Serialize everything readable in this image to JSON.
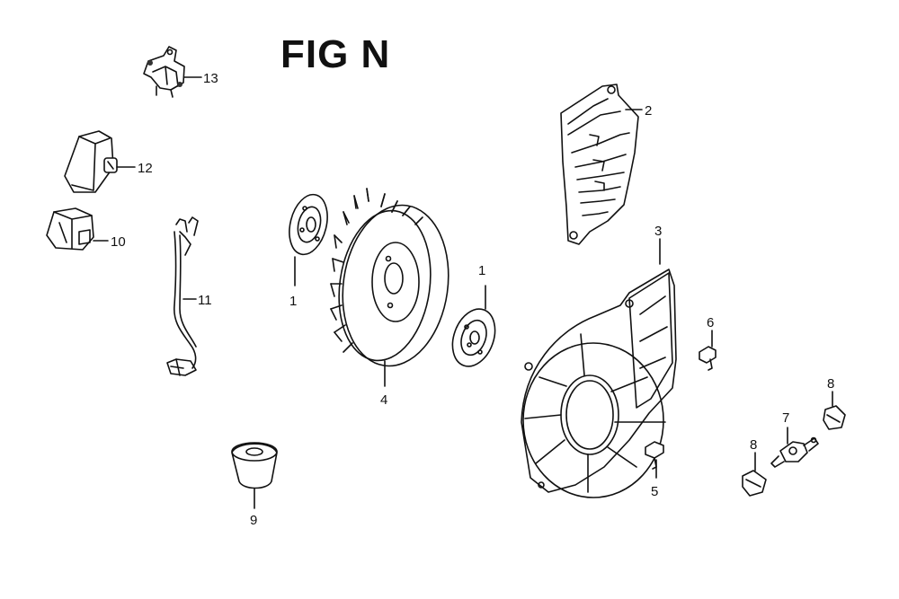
{
  "title": "FIG N",
  "callouts": [
    {
      "id": "c13",
      "label": "13"
    },
    {
      "id": "c12",
      "label": "12"
    },
    {
      "id": "c10",
      "label": "10"
    },
    {
      "id": "c11",
      "label": "11"
    },
    {
      "id": "c1a",
      "label": "1"
    },
    {
      "id": "c4",
      "label": "4"
    },
    {
      "id": "c1b",
      "label": "1"
    },
    {
      "id": "c2",
      "label": "2"
    },
    {
      "id": "c3",
      "label": "3"
    },
    {
      "id": "c6",
      "label": "6"
    },
    {
      "id": "c5",
      "label": "5"
    },
    {
      "id": "c7",
      "label": "7"
    },
    {
      "id": "c8a",
      "label": "8"
    },
    {
      "id": "c8b",
      "label": "8"
    },
    {
      "id": "c9",
      "label": "9"
    }
  ]
}
